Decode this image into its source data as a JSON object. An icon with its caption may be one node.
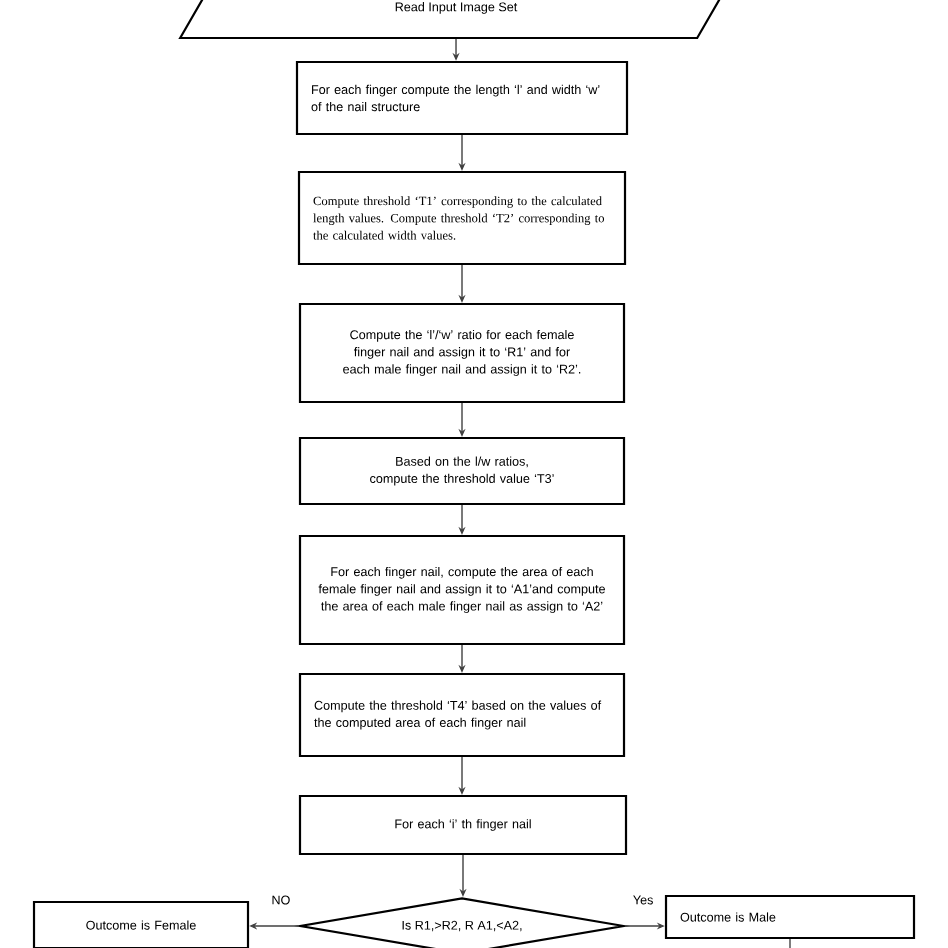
{
  "diagram": {
    "nodes": [
      {
        "text": [
          "Read Input Image Set"
        ]
      },
      {
        "text": [
          "For each finger compute the length ‘l’ and width ‘w’ of the nail structure"
        ]
      },
      {
        "text": [
          "Compute threshold ‘T1’ corresponding to the calculated length values. Compute threshold ‘T2’ corresponding to the calculated width values."
        ]
      },
      {
        "text": [
          "Compute the ‘l’/‘w’ ratio for each female finger nail and assign it to ‘R1’ and for each male finger nail and assign it to ‘R2’."
        ]
      },
      {
        "text": [
          "Based on the l/w ratios, compute the threshold value ‘T3’"
        ]
      },
      {
        "text": [
          "For each finger nail, compute the area of each female finger nail and assign it to ‘A1’and compute the area of each male finger nail as assign to ‘A2’"
        ]
      },
      {
        "text": [
          "Compute the threshold ‘T4’ based on the values of the computed area of each finger nail"
        ]
      },
      {
        "text": [
          "For each ‘i’ th finger nail"
        ]
      },
      {
        "text": [
          "Is R1,>R2, R A1,<A2,"
        ]
      },
      {
        "text": [
          "Outcome is Female"
        ]
      },
      {
        "text": [
          "Outcome is Male"
        ]
      }
    ],
    "edges": [
      {
        "from": 0,
        "to": 1,
        "arrow": "to"
      },
      {
        "from": 1,
        "to": 2,
        "arrow": "to"
      },
      {
        "from": 2,
        "to": 3,
        "arrow": "to"
      },
      {
        "from": 3,
        "to": 4,
        "arrow": "to"
      },
      {
        "from": 4,
        "to": 5,
        "arrow": "to"
      },
      {
        "from": 5,
        "to": 6,
        "arrow": "to"
      },
      {
        "from": 6,
        "to": 7,
        "arrow": "to"
      },
      {
        "from": 7,
        "to": 8,
        "arrow": "to"
      },
      {
        "from": 8,
        "to": 9,
        "label": "NO",
        "arrow": "to"
      },
      {
        "from": 8,
        "to": 10,
        "label": "Yes",
        "arrow": "to"
      },
      {
        "from": 10,
        "to": null,
        "arrow": "none"
      }
    ]
  }
}
